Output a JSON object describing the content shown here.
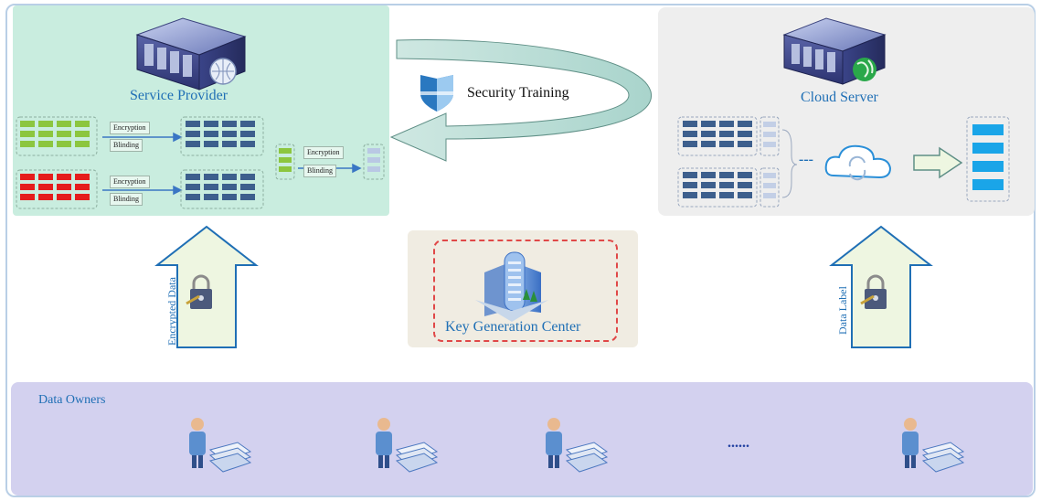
{
  "diagram": {
    "service_provider": "Service Provider",
    "cloud_server": "Cloud Server",
    "key_generation_center": "Key Generation Center",
    "data_owners": "Data Owners",
    "security_training": "Security Training",
    "encrypted_data": "Encrypted Data",
    "data_label": "Data Label",
    "encryption": "Encryption",
    "blinding": "Blinding",
    "dash_ellipsis": "......",
    "dot_ellipsis": "---"
  },
  "colors": {
    "sp_panel": "#c9eddf",
    "cs_panel": "#eeeeee",
    "owners_panel": "#d3d1ef",
    "kgc_panel": "#f0ece2",
    "green_block": "#8cc63f",
    "red_block": "#e51c1c",
    "navy_block": "#3d5f8d",
    "cyan_block": "#1aa5e8",
    "arrow_fill": "#eef6e1",
    "arrow_stroke": "#1f6fb5"
  }
}
